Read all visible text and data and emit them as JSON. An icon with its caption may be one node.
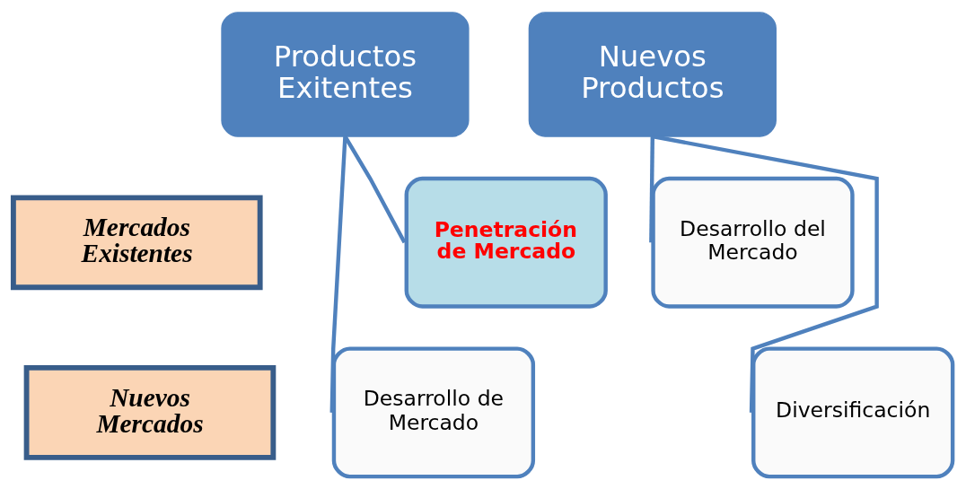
{
  "diagram": {
    "nodes": [
      {
        "text": [
          "Mercados Existentes"
        ]
      },
      {
        "text": [
          "Nuevos Mercados"
        ]
      },
      {
        "text": [
          "Productos Exitentes"
        ]
      },
      {
        "text": [
          "Penetración de Mercado"
        ]
      },
      {
        "text": [
          "Desarrollo de Mercado"
        ]
      },
      {
        "text": [
          "Nuevos Productos"
        ]
      },
      {
        "text": [
          "Desarrollo del Mercado"
        ]
      },
      {
        "text": [
          "Diversificación"
        ]
      }
    ],
    "edges": [
      {
        "from": 2,
        "to": 3,
        "arrow": "none"
      },
      {
        "from": 2,
        "to": 4,
        "arrow": "none"
      },
      {
        "from": 5,
        "to": 6,
        "arrow": "none"
      },
      {
        "from": 5,
        "to": 7,
        "arrow": "none"
      }
    ]
  }
}
